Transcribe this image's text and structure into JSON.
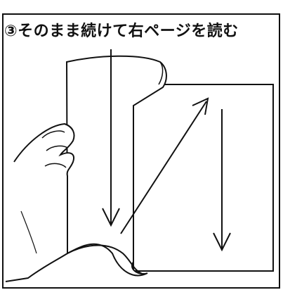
{
  "caption": "③そのまま続けて右ページを読む",
  "colors": {
    "ink": "#111111",
    "paper": "#ffffff"
  },
  "reading_order": [
    {
      "page": "left",
      "direction": "top-to-bottom"
    },
    {
      "page": "left",
      "direction": "diagonal-up-right"
    },
    {
      "page": "right",
      "direction": "top-to-bottom"
    }
  ]
}
